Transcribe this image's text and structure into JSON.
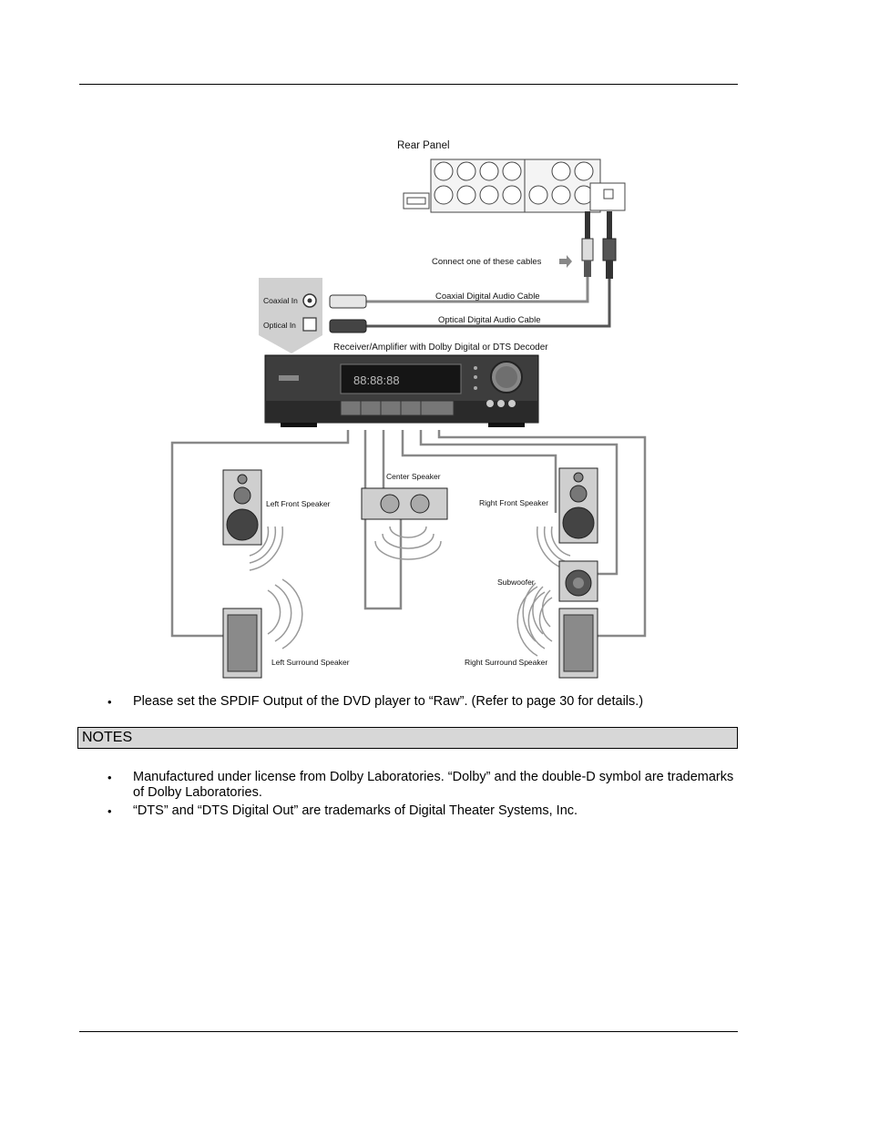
{
  "diagram": {
    "rear_panel_label": "Rear Panel",
    "connect_label": "Connect one of these cables",
    "coaxial_cable_label": "Coaxial Digital Audio Cable",
    "optical_cable_label": "Optical Digital Audio Cable",
    "coaxial_in_label": "Coaxial In",
    "optical_in_label": "Optical In",
    "receiver_label": "Receiver/Amplifier with Dolby Digital or DTS Decoder",
    "display_text": "88:88:88",
    "left_front_label": "Left Front Speaker",
    "center_label": "Center Speaker",
    "right_front_label": "Right Front Speaker",
    "subwoofer_label": "Subwoofer",
    "left_surround_label": "Left Surround Speaker",
    "right_surround_label": "Right Surround Speaker"
  },
  "instructions": [
    "Please set the SPDIF Output of the DVD player to “Raw”.  (Refer to page 30 for details.)"
  ],
  "notes": {
    "title": "NOTES",
    "items": [
      "Manufactured under license from Dolby Laboratories.  “Dolby” and the double-D symbol are trademarks of Dolby Laboratories.",
      "“DTS” and “DTS Digital Out” are trademarks of Digital Theater Systems, Inc."
    ]
  }
}
